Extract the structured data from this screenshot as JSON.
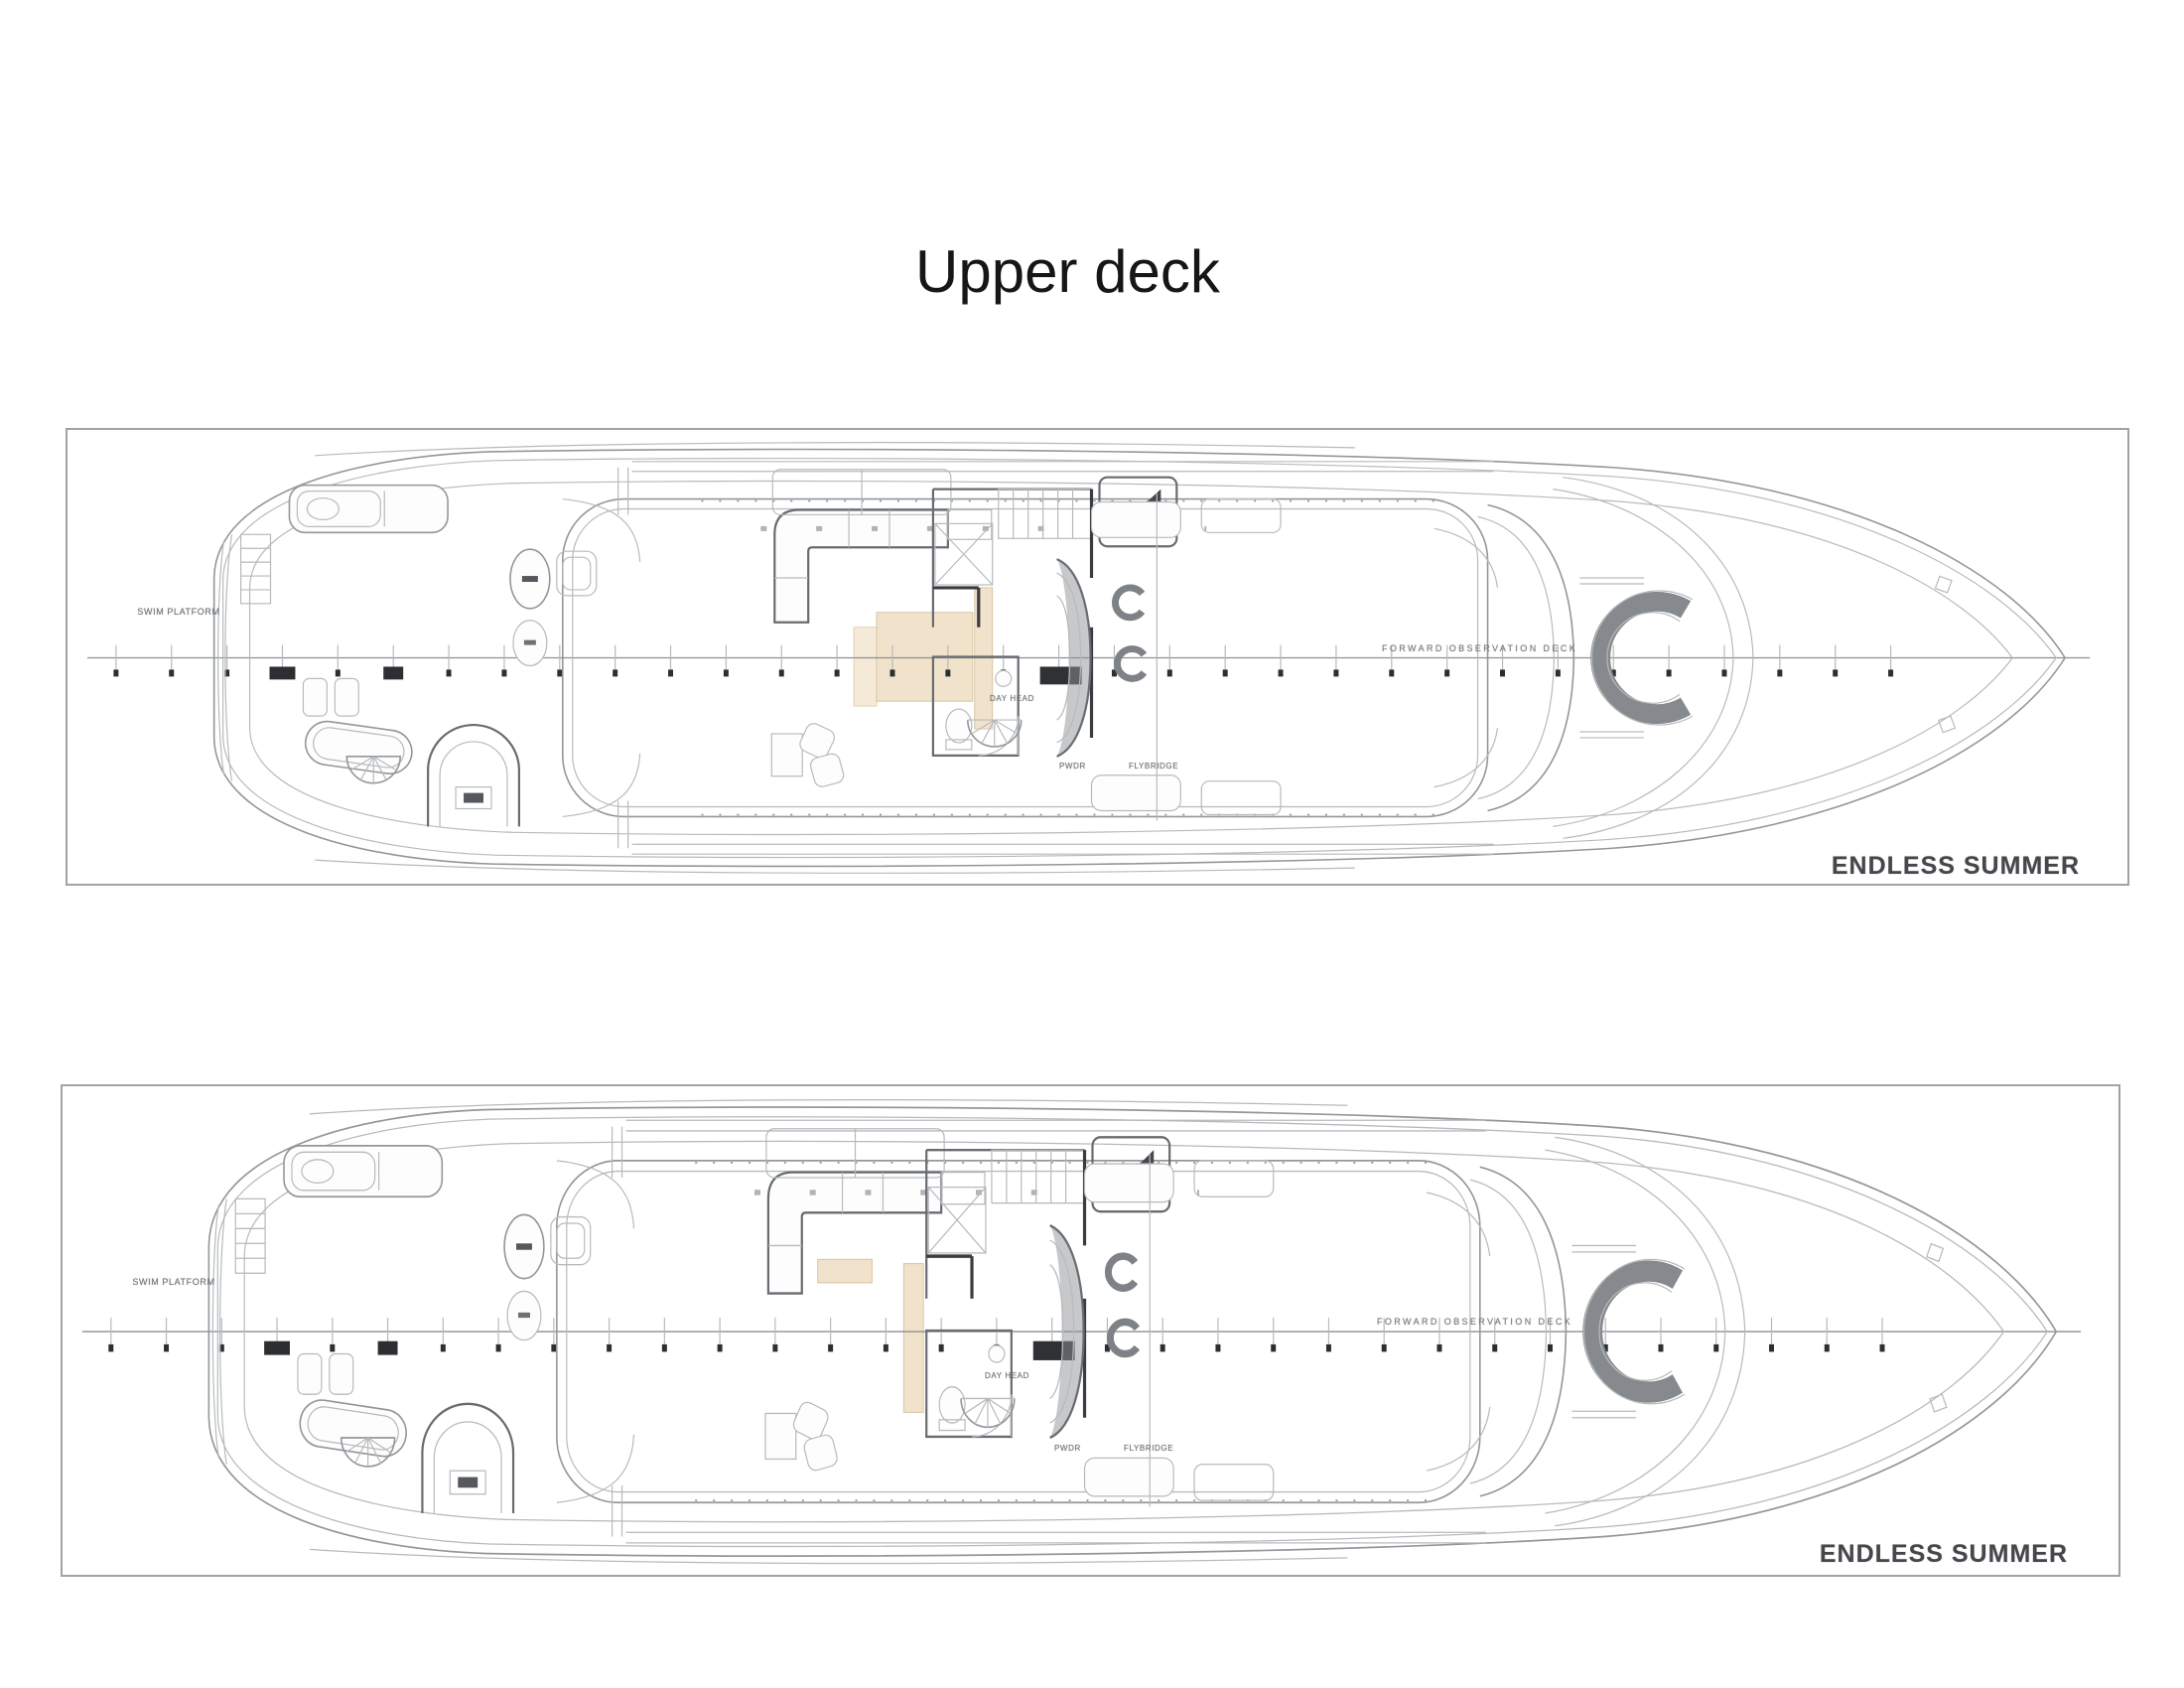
{
  "page": {
    "title": "Upper deck",
    "background": "#ffffff"
  },
  "colors": {
    "highlight_beige": "#f1e3cb",
    "highlight_beige_border": "#d8c6a4",
    "line_gray": "#93979b",
    "dark_line": "#3a3c3f",
    "label_gray": "#6d7277",
    "vessel_name_color": "#44474b",
    "panel_border": "#a0a3a6"
  },
  "diagrams": [
    {
      "id": "upper-deck-plan-a",
      "vessel_name": "ENDLESS SUMMER",
      "labels": {
        "swim_platform": "SWIM PLATFORM",
        "forward_observation_deck": "FORWARD OBSERVATION DECK",
        "day_head": "DAY HEAD",
        "powder_room": "PWDR",
        "flybridge": "FLYBRIDGE"
      }
    },
    {
      "id": "upper-deck-plan-b",
      "vessel_name": "ENDLESS SUMMER",
      "labels": {
        "swim_platform": "SWIM PLATFORM",
        "forward_observation_deck": "FORWARD OBSERVATION DECK",
        "day_head": "DAY HEAD",
        "powder_room": "PWDR",
        "flybridge": "FLYBRIDGE"
      }
    }
  ]
}
